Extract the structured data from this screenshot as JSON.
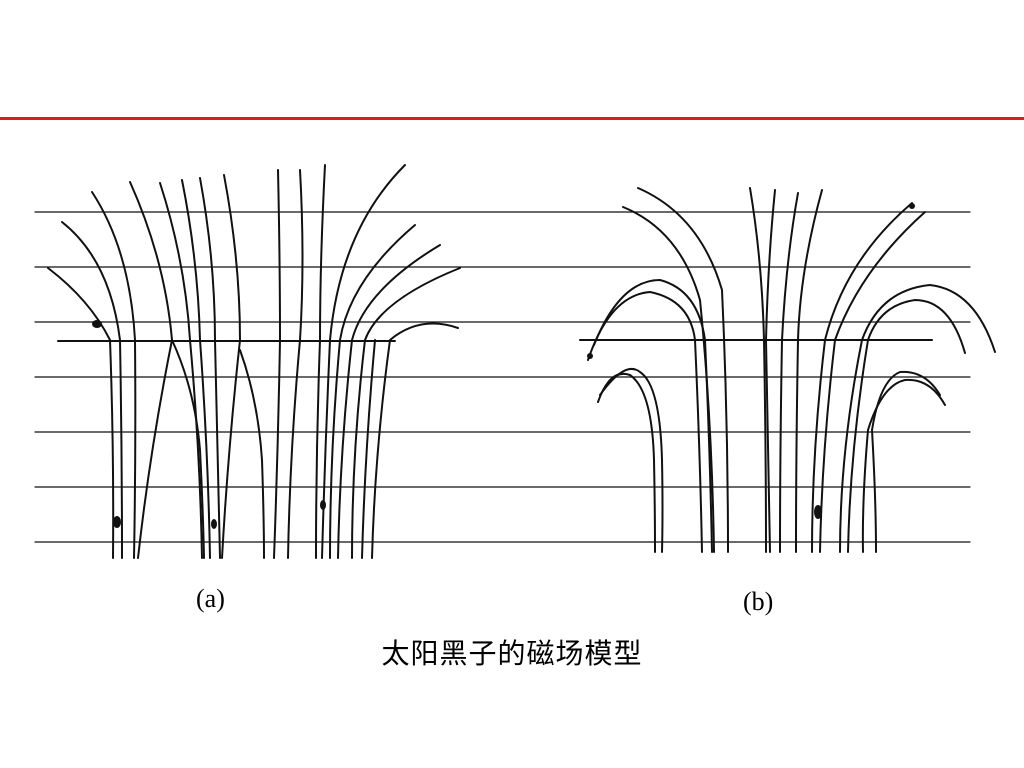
{
  "slide": {
    "accent_color": "#d42020"
  },
  "figure": {
    "panel_a_label": "(a)",
    "panel_b_label": "(b)",
    "caption": "太阳黑子的磁场模型"
  }
}
